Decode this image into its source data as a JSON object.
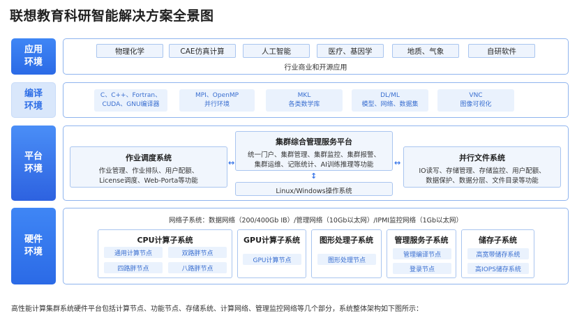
{
  "title": "联想教育科研智能解决方案全景图",
  "rows": {
    "app": {
      "label": "应用\n环境",
      "chips": [
        "物理化学",
        "CAE仿真计算",
        "人工智能",
        "医疗、基因学",
        "地质、气象",
        "自研软件"
      ],
      "subtitle": "行业商业和开源应用"
    },
    "compile": {
      "label": "编译\n环境",
      "chips": [
        {
          "line1": "C、C++、Fortran、",
          "line2": "CUDA、GNU编译器"
        },
        {
          "line1": "MPI、OpenMP",
          "line2": "并行环境"
        },
        {
          "line1": "MKL",
          "line2": "各类数学库"
        },
        {
          "line1": "DL/ML",
          "line2": "模型、网络、数据集"
        },
        {
          "line1": "VNC",
          "line2": "图像可视化"
        }
      ]
    },
    "platform": {
      "label": "平台\n环境",
      "job": {
        "title": "作业调度系统",
        "line1": "作业管理、作业排队、用户配额、",
        "line2": "License调度、Web-Porta等功能"
      },
      "cluster": {
        "title": "集群综合管理服务平台",
        "line1": "统一门户、集群管理、集群监控、集群报警、",
        "line2": "集群运维、记账统计、AI训练推理等功能"
      },
      "os": "Linux/Windows操作系统",
      "fs": {
        "title": "并行文件系统",
        "line1": "IO读写、存储管理、存储监控、用户配额、",
        "line2": "数据保护、数据分层、文件目录等功能"
      }
    },
    "hardware": {
      "label": "硬件\n环境",
      "network": "网络子系统：数据网络（200/400Gb IB）/管理网络（10Gb以太网）/IPMI监控网络（1Gb以太网）",
      "cpu": {
        "title": "CPU计算子系统",
        "chips": [
          "通用计算节点",
          "双路胖节点",
          "四路胖节点",
          "八路胖节点"
        ]
      },
      "gpu": {
        "title": "GPU计算子系统",
        "chips": [
          "GPU计算节点"
        ]
      },
      "graphics": {
        "title": "图形处理子系统",
        "chips": [
          "图形处理节点"
        ]
      },
      "mgmt": {
        "title": "管理服务子系统",
        "chips": [
          "管理编译节点",
          "登录节点"
        ]
      },
      "storage": {
        "title": "储存子系统",
        "chips": [
          "高宽带储存系统",
          "高IOPS储存系统"
        ]
      }
    }
  },
  "footer": "高性能计算集群系统硬件平台包括计算节点、功能节点、存储系统、计算网络、管理监控网络等几个部分，系统整体架构如下图所示：",
  "icons": {
    "bidirectional": "↔",
    "vertical": "↕"
  },
  "colors": {
    "accent": "#2b6ae6",
    "border": "#8fb4ee",
    "chip_bg": "#eef4fd",
    "chip_text": "#3a6fd0"
  }
}
